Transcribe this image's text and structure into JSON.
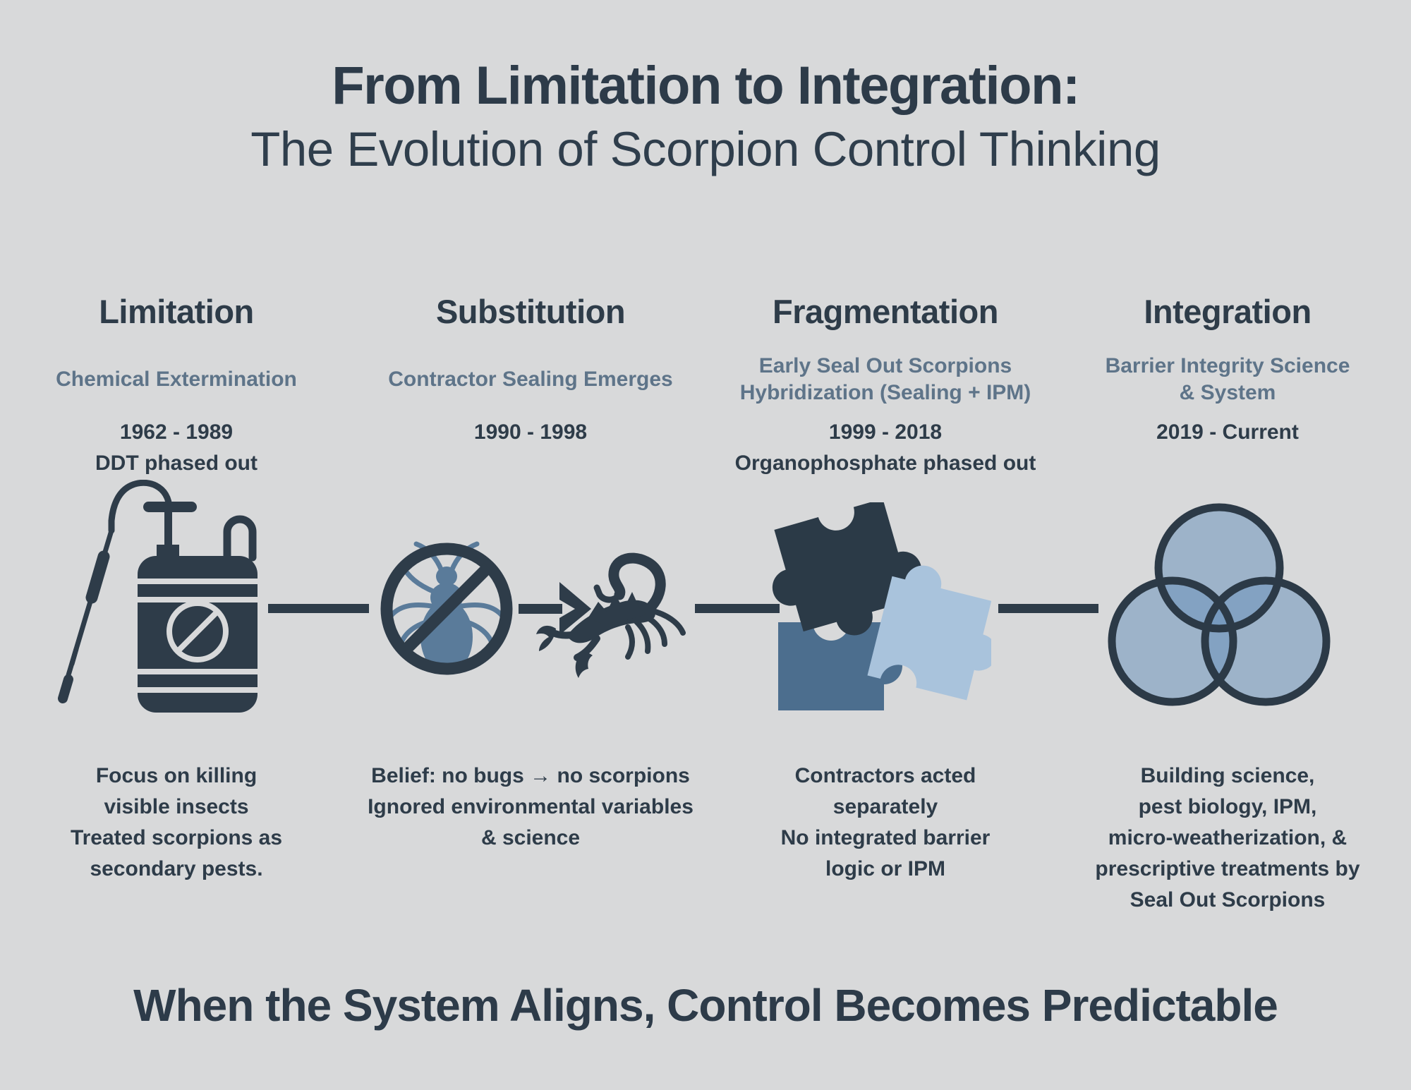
{
  "page": {
    "title": "From Limitation to Integration:",
    "subtitle": "The Evolution of Scorpion Control Thinking",
    "tagline": "When the System Aligns, Control Becomes Predictable",
    "background_color": "#d8d9da",
    "dark_color": "#2e3c49",
    "steel_color": "#5e7489"
  },
  "columns": [
    {
      "header": "Limitation",
      "sublabel": "Chemical Extermination",
      "period": "1962 - 1989",
      "phase_note": "DDT phased out",
      "icon": "pump-sprayer-icon",
      "description": "Focus on killing\nvisible insects\nTreated scorpions as\nsecondary pests."
    },
    {
      "header": "Substitution",
      "sublabel": "Contractor Sealing Emerges",
      "period": "1990 - 1998",
      "phase_note": "",
      "icon": "no-bugs-arrow-scorpion-icon",
      "description": "Belief: no bugs → no scorpions\nIgnored environmental variables\n& science"
    },
    {
      "header": "Fragmentation",
      "sublabel": "Early Seal Out Scorpions\nHybridization (Sealing + IPM)",
      "period": "1999 - 2018",
      "phase_note": "Organophosphate phased out",
      "icon": "puzzle-pieces-icon",
      "description": "Contractors acted\nseparately\nNo integrated barrier\nlogic or IPM"
    },
    {
      "header": "Integration",
      "sublabel": "Barrier Integrity Science\n& System",
      "period": "2019 - Current",
      "phase_note": "",
      "icon": "venn-diagram-icon",
      "description": "Building science,\npest biology, IPM,\nmicro-weatherization, &\nprescriptive treatments by\nSeal Out Scorpions"
    }
  ],
  "icon_colors": {
    "dark": "#2e3c49",
    "bug_blue": "#5a7b9a",
    "puzzle_dark": "#2b3a47",
    "puzzle_medium": "#4c6e8e",
    "puzzle_light": "#a9c3dc",
    "venn_fill": "#6d94bb",
    "venn_outline": "#2c3a47"
  }
}
